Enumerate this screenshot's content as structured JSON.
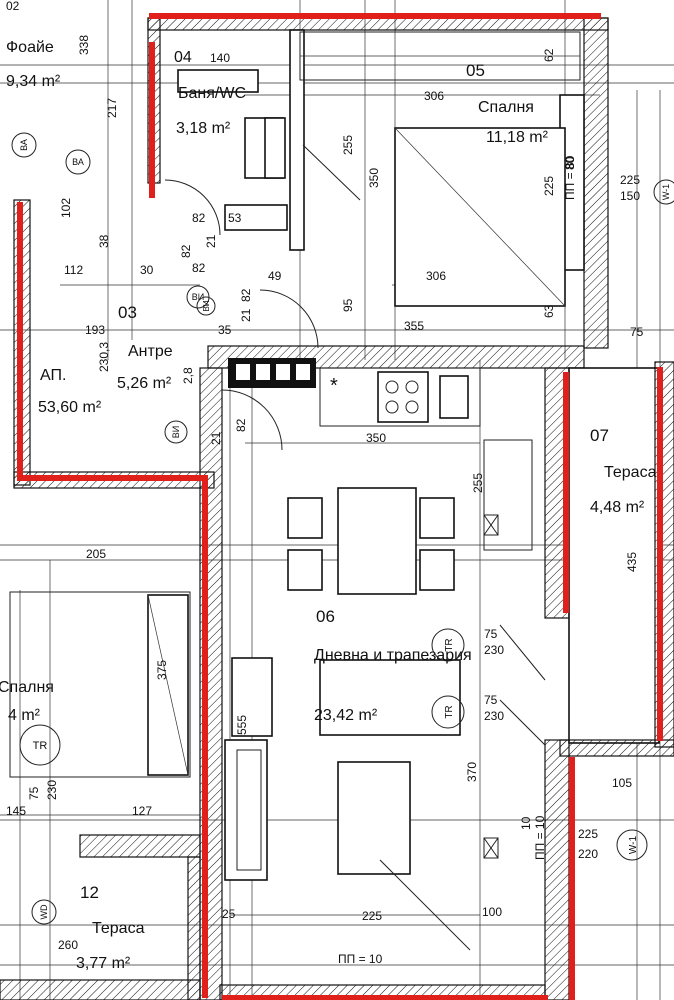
{
  "rooms": [
    {
      "id": "room-foyer",
      "number": "02",
      "name": "Фоайе",
      "area": "9,34 m²"
    },
    {
      "id": "room-bath",
      "number": "04",
      "name": "Баня/WC",
      "area": "3,18 m²"
    },
    {
      "id": "room-bedroom",
      "number": "05",
      "name": "Спалня",
      "area": "11,18 m²"
    },
    {
      "id": "room-hall",
      "number": "03",
      "name": "Антре",
      "area": "5,26 m²"
    },
    {
      "id": "room-living",
      "number": "06",
      "name": "Дневна и трапезария",
      "area": "23,42 m²"
    },
    {
      "id": "room-terrace-right",
      "number": "07",
      "name": "Тераса",
      "area": "4,48 m²"
    },
    {
      "id": "room-terrace-left",
      "number": "12",
      "name": "Тераса",
      "area": "3,77 m²"
    },
    {
      "id": "room-bedroom-left",
      "number": "",
      "name": "Спалня",
      "area": "4 m²"
    }
  ],
  "apartment": {
    "label": "АП.",
    "area": "53,60 m²"
  },
  "dimensions": [
    "338",
    "217",
    "140",
    "306",
    "62",
    "255",
    "350",
    "225",
    "150",
    "80",
    "225",
    "306",
    "95",
    "63",
    "355",
    "75",
    "193",
    "35",
    "82",
    "82",
    "49",
    "82",
    "21",
    "21",
    "112",
    "30",
    "82",
    "53",
    "102",
    "38",
    "230,3",
    "2,8",
    "82",
    "21",
    "350",
    "255",
    "435",
    "205",
    "375",
    "75",
    "230",
    "75",
    "230",
    "370",
    "555",
    "145",
    "127",
    "75",
    "230",
    "105",
    "225",
    "220",
    "10",
    "225",
    "100",
    "260",
    "25"
  ],
  "pp_labels": [
    "ПП = 10",
    "ПП = 10",
    "ПП = 80"
  ],
  "symbols": [
    "ВА",
    "ВА",
    "ВИ",
    "ВИ",
    "ВИ",
    "TR",
    "TR",
    "TR",
    "W-1",
    "W-1",
    "WD"
  ]
}
